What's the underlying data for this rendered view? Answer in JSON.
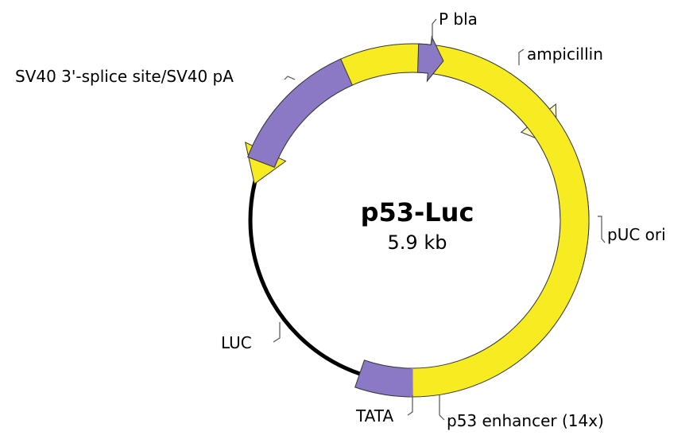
{
  "plasmid": {
    "name": "p53-Luc",
    "size": "5.9 kb"
  },
  "features": [
    {
      "id": "p-bla",
      "label": "P bla",
      "color": "#8c79c6"
    },
    {
      "id": "ampicillin",
      "label": "ampicillin",
      "color": "#fdf7c0"
    },
    {
      "id": "puc-ori",
      "label": "pUC ori",
      "color": "#fdf7c0"
    },
    {
      "id": "p53-enhancer",
      "label": "p53 enhancer (14x)",
      "color": "#8c79c6"
    },
    {
      "id": "tata",
      "label": "TATA",
      "color": "#8c79c6"
    },
    {
      "id": "luc",
      "label": "LUC",
      "color": "#f7ec22"
    },
    {
      "id": "sv40",
      "label": "SV40 3'-splice site/SV40 pA",
      "color": "#8c79c6"
    }
  ],
  "colors": {
    "backbone": "#000000",
    "promoter": "#8c79c6",
    "gene": "#fdf7c0",
    "reporter": "#f7ec22"
  }
}
